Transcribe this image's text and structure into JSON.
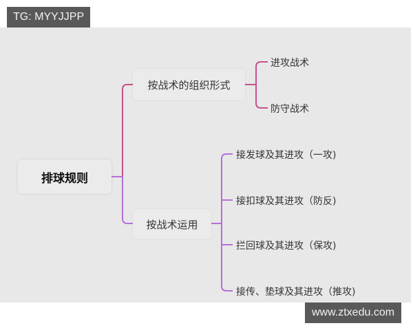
{
  "watermarks": {
    "top_left": "TG: MYYJJPP",
    "bottom_right": "www.ztxedu.com"
  },
  "colors": {
    "canvas": "#e8e8e8",
    "branch1_line": "#c2528a",
    "branch2_line": "#b46fd6",
    "watermark_bg": "#595959"
  },
  "mindmap": {
    "root": "排球规则",
    "branches": [
      {
        "label": "按战术的组织形式",
        "children": [
          "进攻战术",
          "防守战术"
        ]
      },
      {
        "label": "按战术运用",
        "children": [
          "接发球及其进攻（一攻)",
          "接扣球及其进攻（防反)",
          "拦回球及其进攻（保攻)",
          "接传、垫球及其进攻（推攻)"
        ]
      }
    ]
  }
}
